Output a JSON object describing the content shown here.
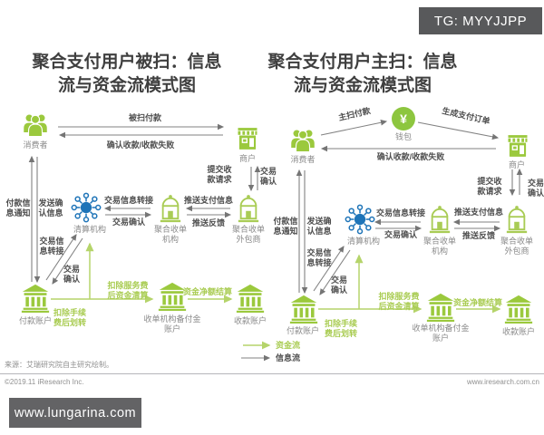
{
  "badges": {
    "tg": "TG: MYYJJPP",
    "site": "www.lungarina.com"
  },
  "icons": {
    "wallet_symbol": "¥"
  },
  "colors": {
    "green": "#9bc93d",
    "green_light": "#a9cc52",
    "blue": "#1e74b8",
    "dark_badge": "#58595b"
  },
  "legend": {
    "money": "资金流",
    "info": "信息流"
  },
  "footer": {
    "source": "来源：艾瑞研究院自主研究绘制。",
    "copyright": "©2019.11 iResearch Inc.",
    "website": "www.iresearch.com.cn"
  },
  "left": {
    "title": "聚合支付用户被扫：信息\n流与资金流模式图",
    "nodes": {
      "consumer": "消费者",
      "merchant": "商户",
      "clearing": "清算机构",
      "aggregator": "聚合收单\n机构",
      "outsourcer": "聚合收单\n外包商",
      "payer_account": "付款账户",
      "reserve_account": "收单机构备付金\n账户",
      "receiving_account": "收款账户"
    },
    "flows": {
      "scan_pay": "被扫付款",
      "confirm_result": "确认收款/收款失败",
      "submit_request": "提交收\n款请求",
      "merchant_confirm": "交易\n确认",
      "info_transfer": "交易信息转接",
      "trade_confirm": "交易确认",
      "push_pay_info": "推送支付信息",
      "push_feedback": "推送反馈",
      "pay_notice": "付款信\n息通知",
      "send_confirm": "发送确\n认信息",
      "diag_info_transfer": "交易信\n息转接",
      "diag_trade_confirm": "交易\n确认",
      "deduct_fee": "扣除手续\n费后划转",
      "deduct_service": "扣除服务费\n后资金清算",
      "net_settle": "资金净额结算"
    }
  },
  "right": {
    "title": "聚合支付用户主扫：信息\n流与资金流模式图",
    "nodes": {
      "consumer": "消费者",
      "wallet": "钱包",
      "merchant": "商户",
      "clearing": "清算机构",
      "aggregator": "聚合收单\n机构",
      "outsourcer": "聚合收单\n外包商",
      "payer_account": "付款账户",
      "reserve_account": "收单机构备付金\n账户",
      "receiving_account": "收款账户"
    },
    "flows": {
      "active_scan": "主扫付款",
      "generate_order": "生成支付订单",
      "confirm_result": "确认收款/收款失败",
      "submit_request": "提交收\n款请求",
      "merchant_confirm": "交易\n确认",
      "info_transfer": "交易信息转接",
      "trade_confirm": "交易确认",
      "push_pay_info": "推送支付信息",
      "push_feedback": "推送反馈",
      "pay_notice": "付款信\n息通知",
      "send_confirm": "发送确\n认信息",
      "diag_info_transfer": "交易信\n息转接",
      "diag_trade_confirm": "交易\n确认",
      "deduct_fee": "扣除手续\n费后划转",
      "deduct_service": "扣除服务费\n后资金清算",
      "net_settle": "资金净额结算"
    }
  }
}
